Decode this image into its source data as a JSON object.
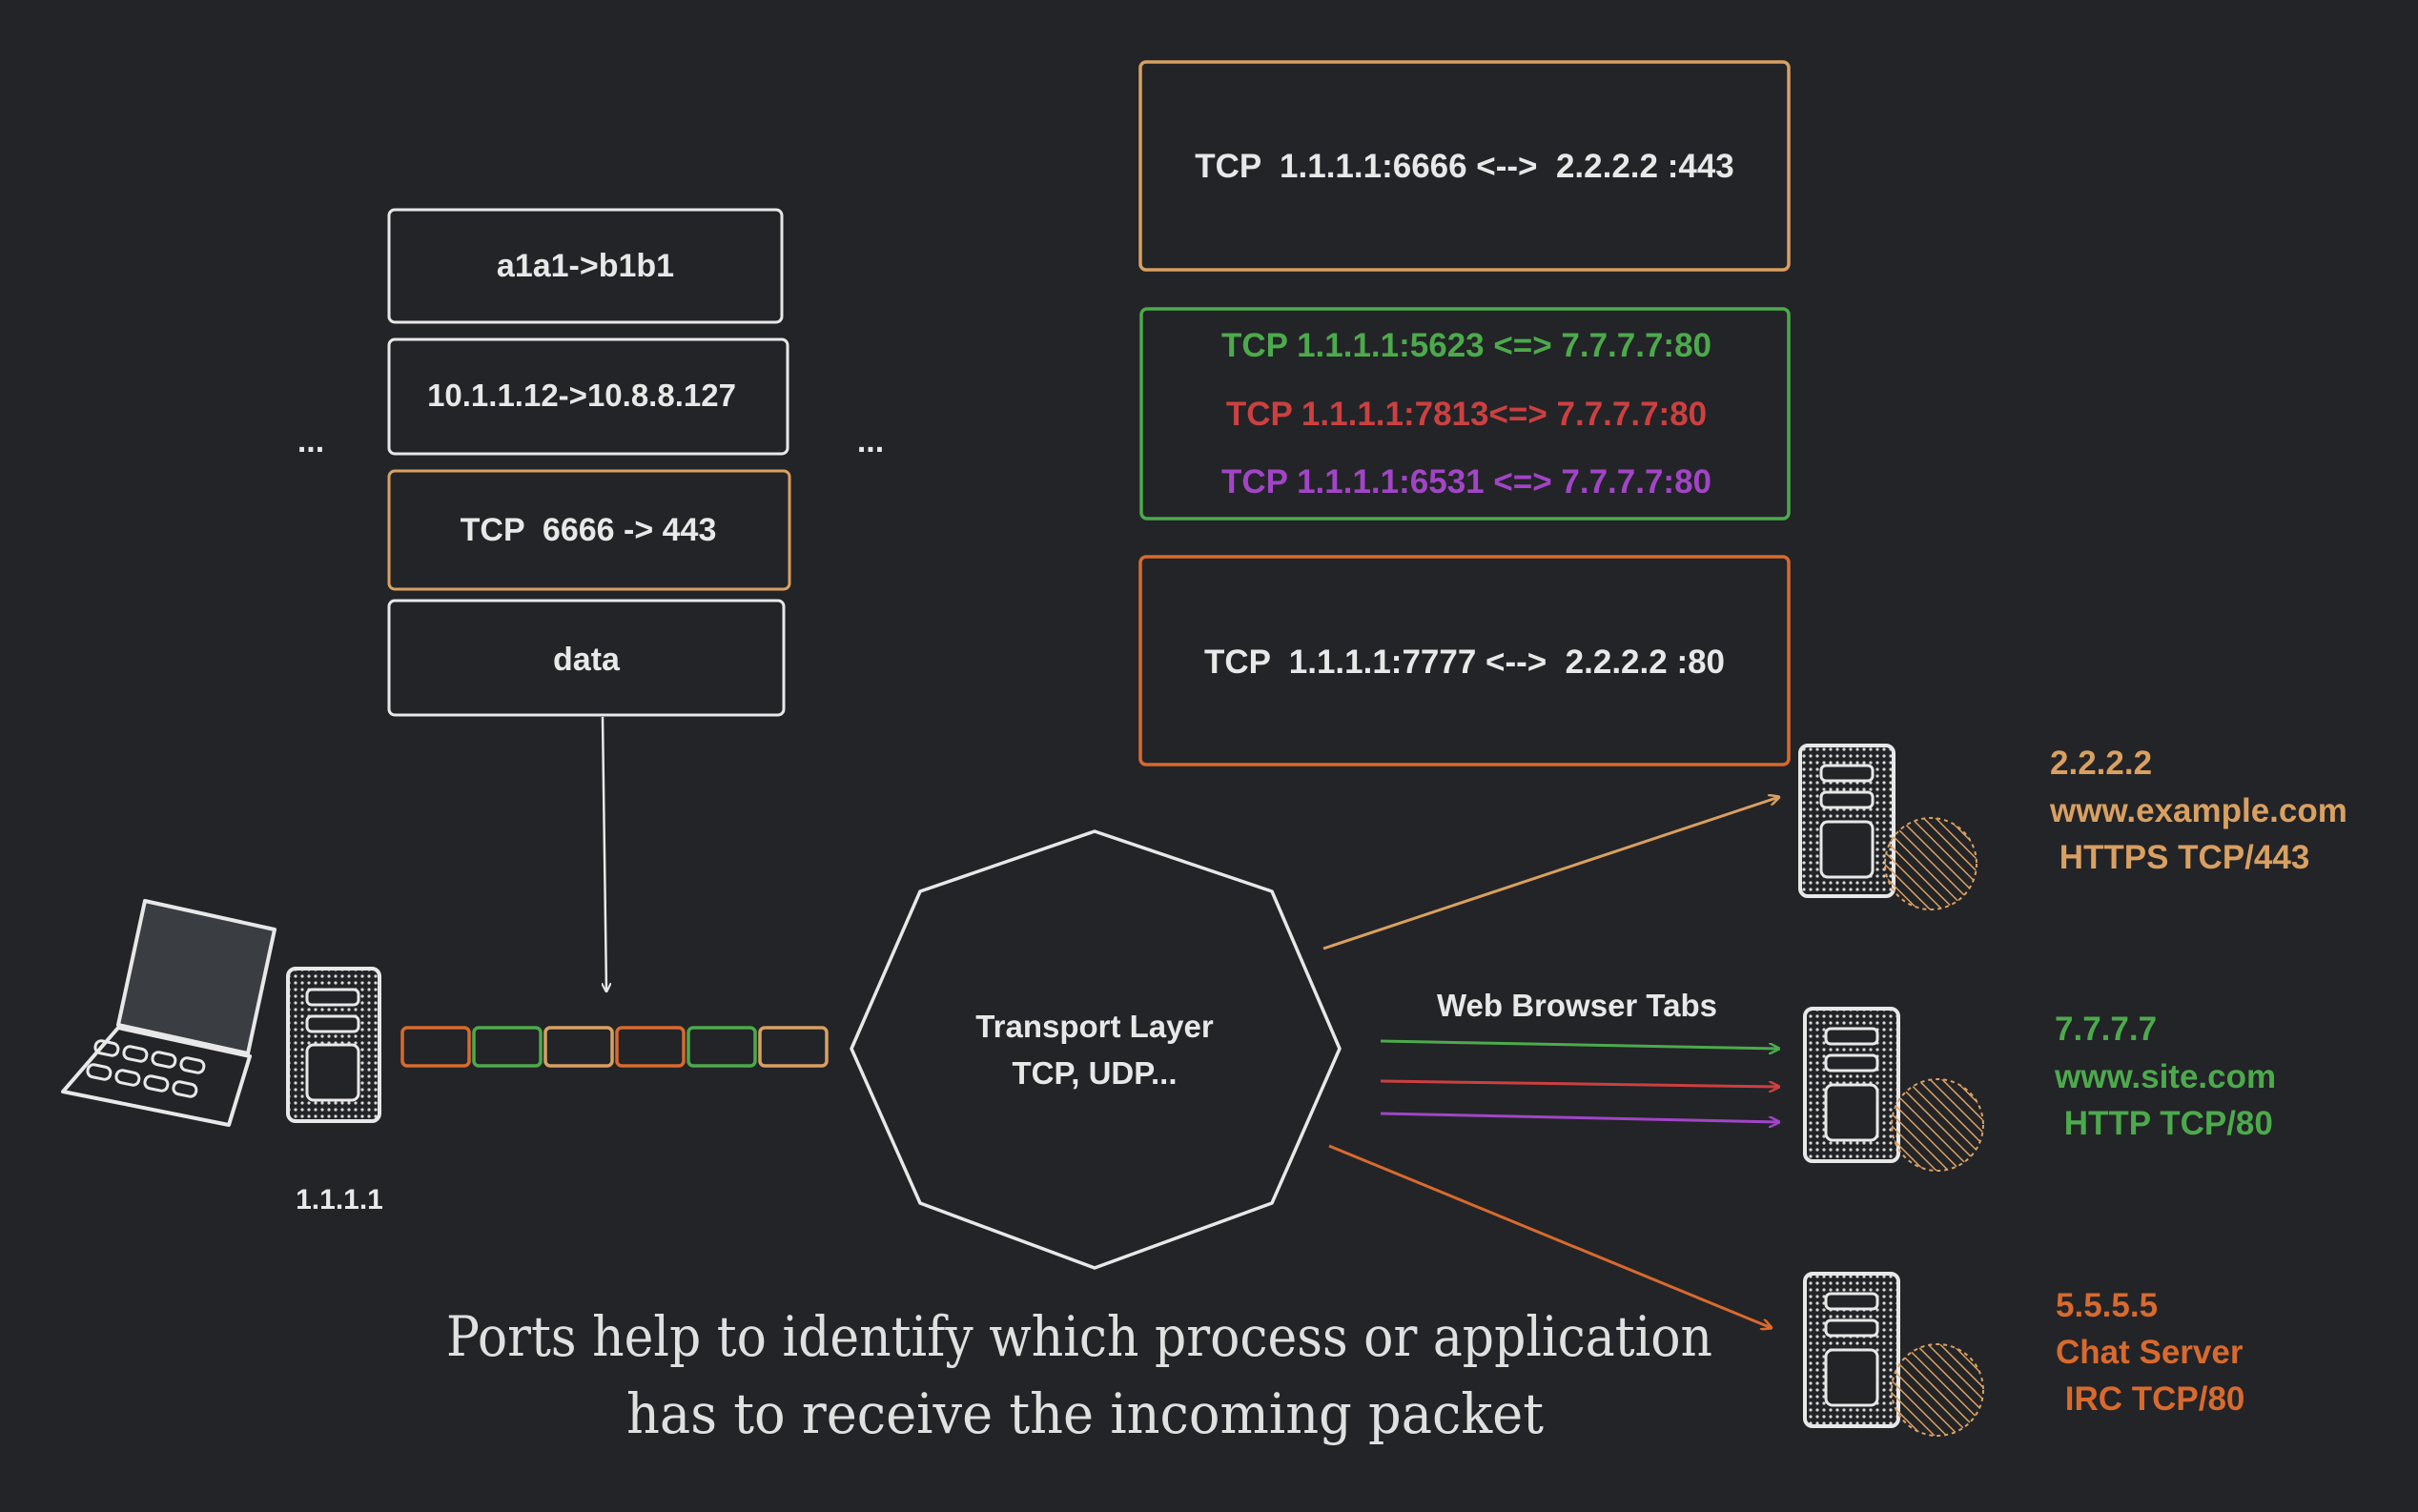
{
  "packet_stack": {
    "link_label": "a1a1->b1b1",
    "network_label": "10.1.1.12->10.8.8.127",
    "transport_label": "TCP  6666 -> 443",
    "data_label": "data",
    "ellipsis_left": "...",
    "ellipsis_right": "..."
  },
  "client": {
    "ip_label": "1.1.1.1"
  },
  "transport_layer": {
    "line1": "Transport Layer",
    "line2": "TCP, UDP..."
  },
  "connections": {
    "https_conn": "TCP  1.1.1.1:6666 <-->  2.2.2.2 :443",
    "tab1": "TCP 1.1.1.1:5623 <=> 7.7.7.7:80",
    "tab2": "TCP 1.1.1.1:7813<=> 7.7.7.7:80",
    "tab3": "TCP 1.1.1.1:6531 <=> 7.7.7.7:80",
    "chat_conn": "TCP  1.1.1.1:7777 <-->  2.2.2.2 :80"
  },
  "web_browser_tabs_label": "Web Browser Tabs",
  "servers": [
    {
      "ip": "2.2.2.2",
      "host": "www.example.com",
      "service": " HTTPS TCP/443"
    },
    {
      "ip": "7.7.7.7",
      "host": "www.site.com",
      "service": " HTTP TCP/80"
    },
    {
      "ip": "5.5.5.5",
      "host": "Chat Server",
      "service": " IRC TCP/80"
    }
  ],
  "caption": {
    "line1": "Ports help to identify which process or application",
    "line2": "has to receive the incoming packet"
  },
  "colors": {
    "background": "#232427",
    "stroke": "#e8e8e8",
    "tan": "#d9a062",
    "green": "#4caa4c",
    "red": "#cc4040",
    "purple": "#a145c6",
    "orange": "#d86a2e"
  }
}
